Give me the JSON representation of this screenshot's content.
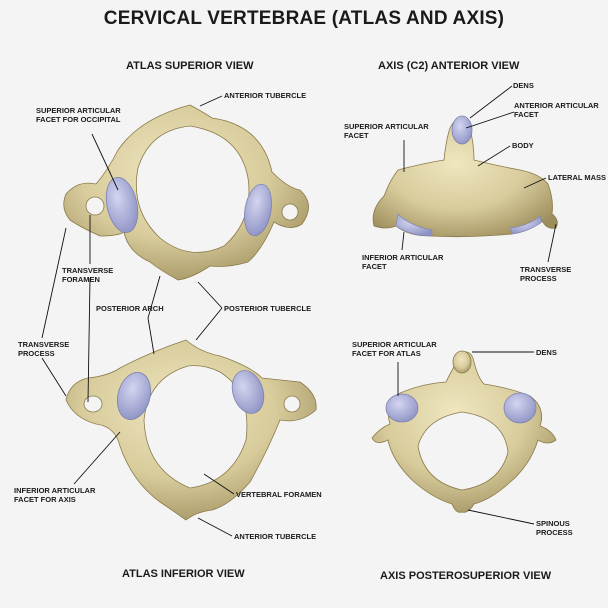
{
  "title": "CERVICAL VERTEBRAE (ATLAS AND AXIS)",
  "views": {
    "atlas_superior": "ATLAS SUPERIOR VIEW",
    "axis_anterior": "AXIS (C2) ANTERIOR VIEW",
    "atlas_inferior": "ATLAS INFERIOR VIEW",
    "axis_posterosuperior": "AXIS POSTEROSUPERIOR VIEW"
  },
  "labels": {
    "anterior_tubercle_top": "ANTERIOR TUBERCLE",
    "superior_facet_occipital": "SUPERIOR ARTICULAR\nFACET FOR OCCIPITAL",
    "transverse_foramen": "TRANSVERSE\nFORAMEN",
    "transverse_process_left": "TRANSVERSE\nPROCESS",
    "posterior_arch": "POSTERIOR ARCH",
    "posterior_tubercle": "POSTERIOR TUBERCLE",
    "inferior_facet_axis": "INFERIOR ARTICULAR\nFACET FOR AXIS",
    "vertebral_foramen": "VERTEBRAL FORAMEN",
    "anterior_tubercle_bottom": "ANTERIOR TUBERCLE",
    "dens_top": "DENS",
    "anterior_articular_facet": "ANTERIOR ARTICULAR\nFACET",
    "superior_articular_facet": "SUPERIOR ARTICULAR\nFACET",
    "body": "BODY",
    "lateral_mass": "LATERAL MASS",
    "inferior_articular_facet": "INFERIOR ARTICULAR\nFACET",
    "transverse_process_right": "TRANSVERSE PROCESS",
    "superior_facet_atlas": "SUPERIOR ARTICULAR\nFACET FOR ATLAS",
    "dens_bottom": "DENS",
    "spinous_process": "SPINOUS PROCESS"
  },
  "colors": {
    "background": "#f4f4f4",
    "bone": "#d8cc9c",
    "bone_shade": "#a89866",
    "cartilage": "#b3b6dc",
    "text": "#1a1a1a"
  }
}
